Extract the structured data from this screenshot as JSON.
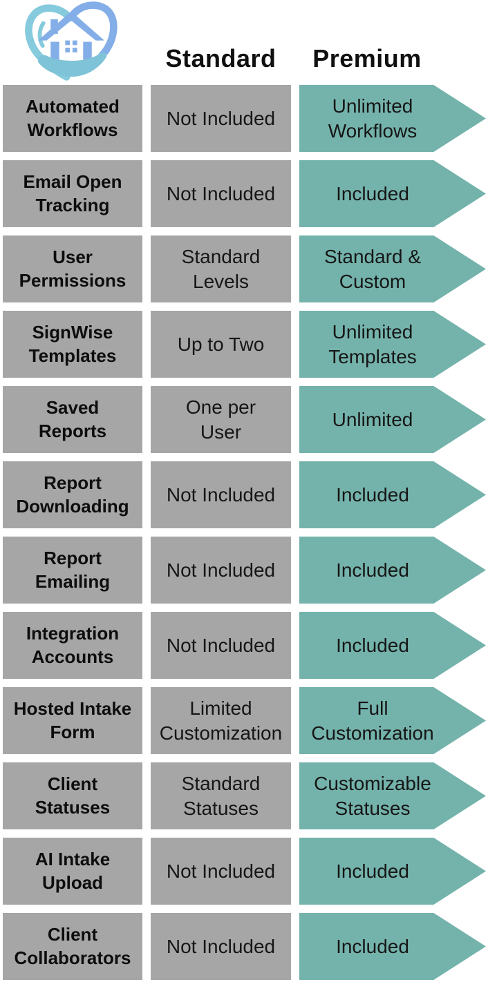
{
  "logo": {
    "name": "heart-house-care-logo",
    "heart_left_color": "#85cadd",
    "heart_right_color": "#84aee8",
    "house_color": "#84aee8",
    "hand_color": "#7fc3d8"
  },
  "header": {
    "standard": "Standard",
    "premium": "Premium"
  },
  "colors": {
    "cell_gray": "#a6a6a6",
    "premium_teal": "#74b3ab",
    "label_text": "#0d0d0d",
    "value_text": "#161616",
    "background": "#ffffff"
  },
  "rows": [
    {
      "feature": "Automated\nWorkflows",
      "standard": "Not Included",
      "premium": "Unlimited\nWorkflows"
    },
    {
      "feature": "Email Open\nTracking",
      "standard": "Not Included",
      "premium": "Included"
    },
    {
      "feature": "User\nPermissions",
      "standard": "Standard\nLevels",
      "premium": "Standard &\nCustom"
    },
    {
      "feature": "SignWise\nTemplates",
      "standard": "Up to Two",
      "premium": "Unlimited\nTemplates"
    },
    {
      "feature": "Saved\nReports",
      "standard": "One per\nUser",
      "premium": "Unlimited"
    },
    {
      "feature": "Report\nDownloading",
      "standard": "Not Included",
      "premium": "Included"
    },
    {
      "feature": "Report\nEmailing",
      "standard": "Not Included",
      "premium": "Included"
    },
    {
      "feature": "Integration\nAccounts",
      "standard": "Not Included",
      "premium": "Included"
    },
    {
      "feature": "Hosted Intake\nForm",
      "standard": "Limited\nCustomization",
      "premium": "Full\nCustomization"
    },
    {
      "feature": "Client\nStatuses",
      "standard": "Standard\nStatuses",
      "premium": "Customizable\nStatuses"
    },
    {
      "feature": "AI Intake\nUpload",
      "standard": "Not Included",
      "premium": "Included"
    },
    {
      "feature": "Client\nCollaborators",
      "standard": "Not Included",
      "premium": "Included"
    }
  ]
}
